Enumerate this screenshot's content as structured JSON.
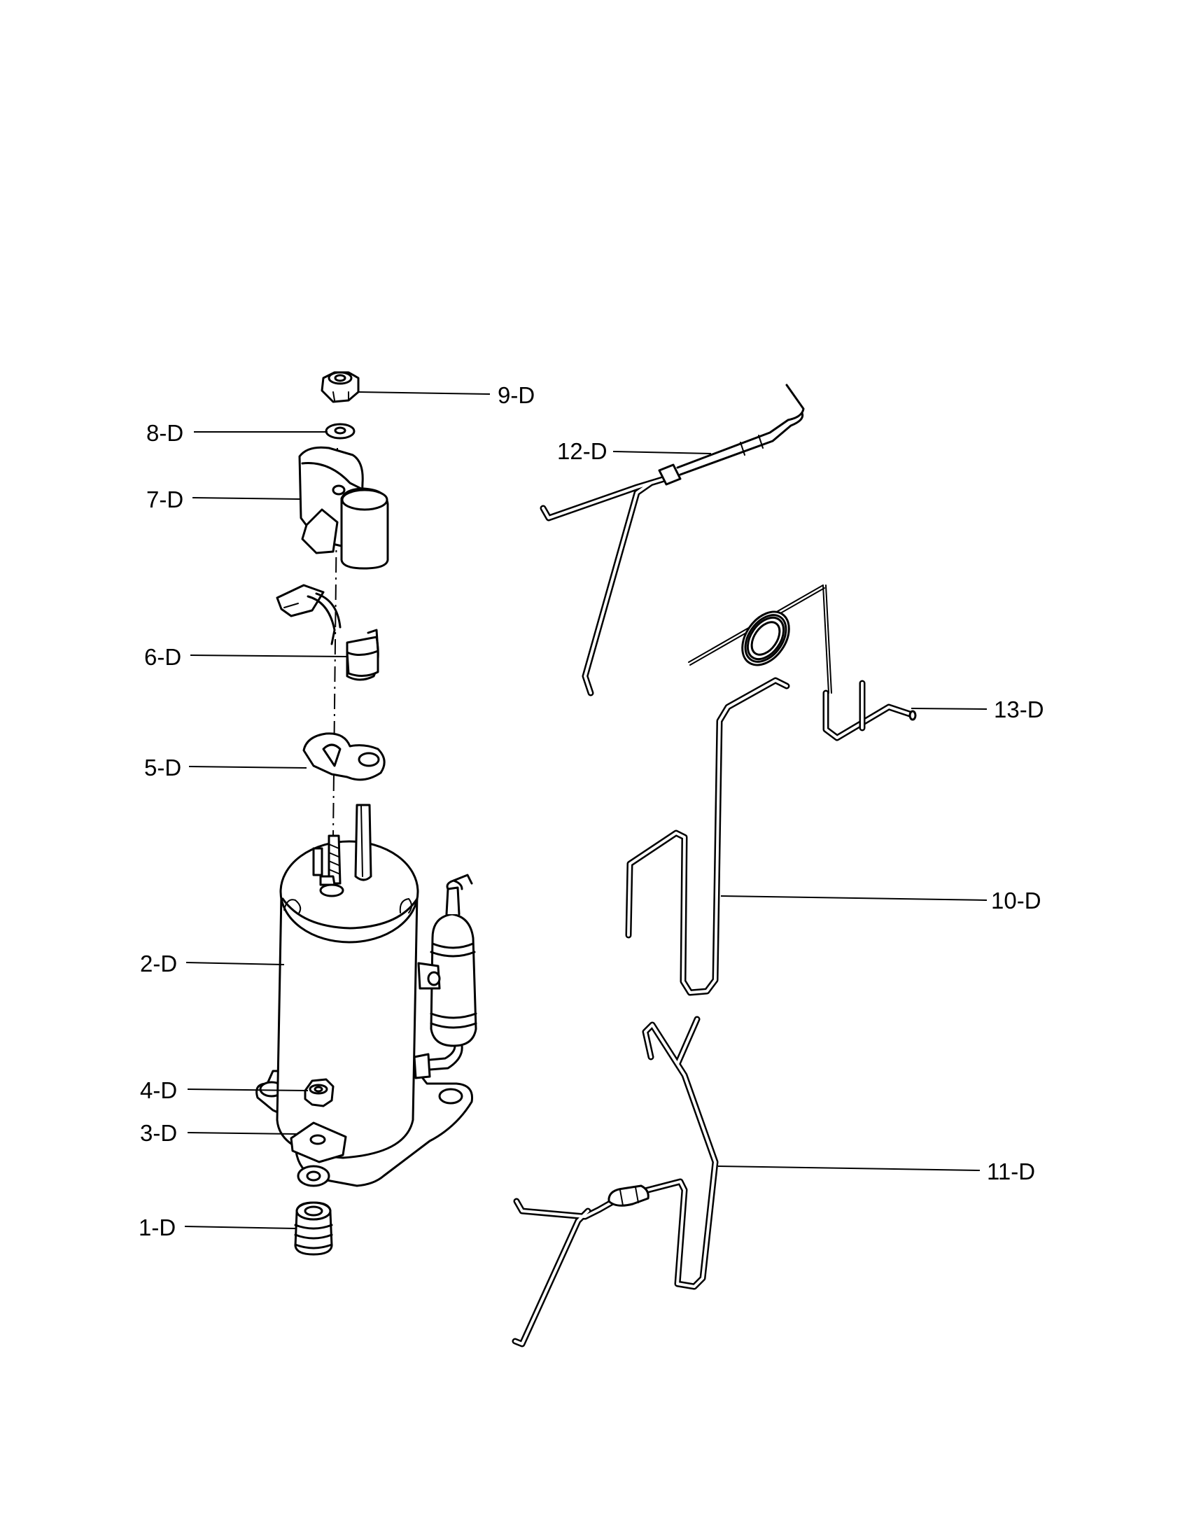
{
  "labels": {
    "p1": "1-D",
    "p2": "2-D",
    "p3": "3-D",
    "p4": "4-D",
    "p5": "5-D",
    "p6": "6-D",
    "p7": "7-D",
    "p8": "8-D",
    "p9": "9-D",
    "p10": "10-D",
    "p11": "11-D",
    "p12": "12-D",
    "p13": "13-D"
  },
  "colors": {
    "line": "#000000",
    "background": "#ffffff"
  }
}
